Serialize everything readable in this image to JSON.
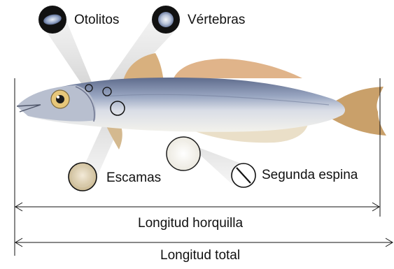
{
  "structures": {
    "otolitos": {
      "label": "Otolitos"
    },
    "vertebras": {
      "label": "Vértebras"
    },
    "escamas": {
      "label": "Escamas"
    },
    "segunda_espina": {
      "label": "Segunda espina"
    }
  },
  "measurements": {
    "fork_length": {
      "label": "Longitud horquilla"
    },
    "total_length": {
      "label": "Longitud total"
    }
  },
  "colors": {
    "back": "#6f7c9c",
    "belly": "#f1f0ea",
    "fin": "#d9a877",
    "line": "#111111",
    "beam": "#d8d8d8"
  }
}
